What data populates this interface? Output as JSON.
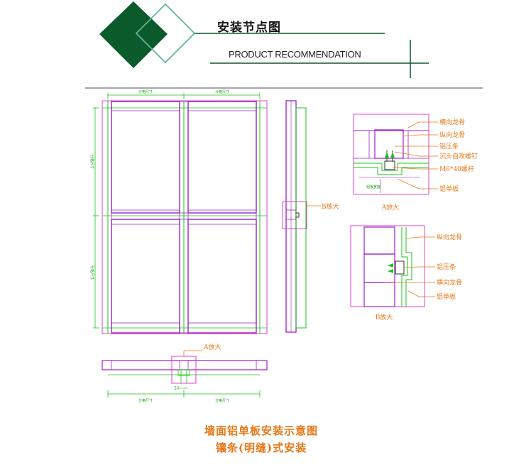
{
  "header": {
    "title_cn": "安装节点图",
    "title_en": "PRODUCT RECOMMENDATION"
  },
  "drawing": {
    "dim_label": "分格尺寸",
    "dim_small": "50",
    "callout_a": "A放大",
    "callout_b": "B放大",
    "detail_a": {
      "caption": "A放大",
      "bottom_label": "铝板宽度",
      "labels": [
        "横向龙骨",
        "纵向龙骨",
        "铝压条",
        "沉头自攻螺钉",
        "M6*40螺杆",
        "铝单板"
      ]
    },
    "detail_b": {
      "caption": "B放大",
      "labels": [
        "纵向龙骨",
        "铝压条",
        "横向龙骨",
        "铝单板"
      ]
    }
  },
  "captions": {
    "line1": "墙面铝单板安装示意图",
    "line2": "镶条(明缝)式安装"
  },
  "colors": {
    "logo_green": "#0a5a2c",
    "logo_light": "#5fb89a",
    "purple": "#9b1fc8",
    "magenta": "#e040c8",
    "green": "#19c419",
    "orange": "#e87818",
    "line_dark": "#0a5a2c"
  }
}
